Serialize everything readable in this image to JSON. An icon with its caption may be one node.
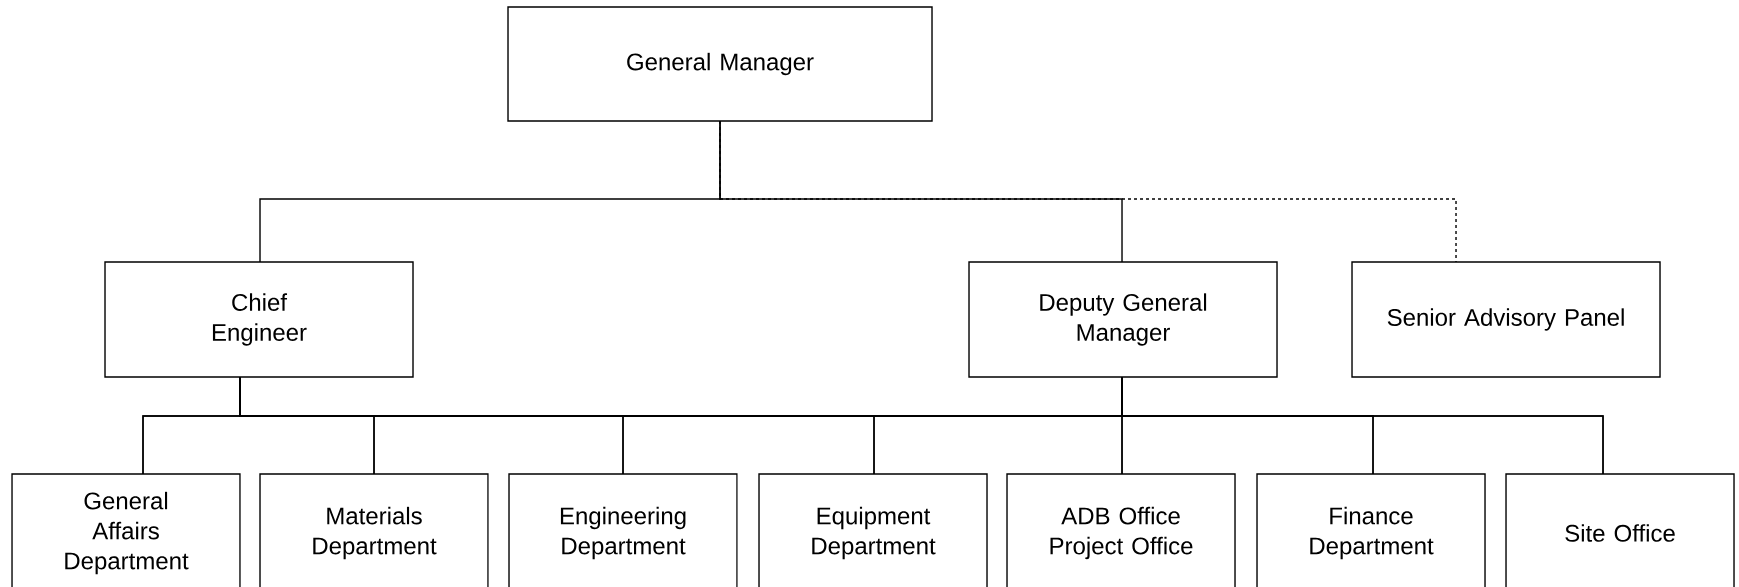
{
  "diagram": {
    "nodes": [
      {
        "text": [
          "General Manager"
        ]
      },
      {
        "text": [
          "Chief Engineer"
        ]
      },
      {
        "text": [
          "Deputy General Manager"
        ]
      },
      {
        "text": [
          "Senior Advisory Panel"
        ]
      },
      {
        "text": [
          "General Affairs Department"
        ]
      },
      {
        "text": [
          "Materials Department"
        ]
      },
      {
        "text": [
          "Engineering Department"
        ]
      },
      {
        "text": [
          "Equipment Department"
        ]
      },
      {
        "text": [
          "ADB Office Project Office"
        ]
      },
      {
        "text": [
          "Finance Department"
        ]
      },
      {
        "text": [
          "Site Office"
        ]
      }
    ],
    "edges": [
      {
        "from": 0,
        "to": 1,
        "arrow": "none"
      },
      {
        "from": 0,
        "to": 2,
        "arrow": "none"
      },
      {
        "from": 0,
        "to": 3,
        "arrow": "none",
        "style": "dashed"
      },
      {
        "from": 1,
        "to": 4,
        "arrow": "none"
      },
      {
        "from": 1,
        "to": 5,
        "arrow": "none"
      },
      {
        "from": 1,
        "to": 6,
        "arrow": "none"
      },
      {
        "from": 1,
        "to": 7,
        "arrow": "none"
      },
      {
        "from": 1,
        "to": 8,
        "arrow": "none"
      },
      {
        "from": 1,
        "to": 9,
        "arrow": "none"
      },
      {
        "from": 1,
        "to": 10,
        "arrow": "none"
      },
      {
        "from": 2,
        "to": 4,
        "arrow": "none"
      },
      {
        "from": 2,
        "to": 5,
        "arrow": "none"
      },
      {
        "from": 2,
        "to": 6,
        "arrow": "none"
      },
      {
        "from": 2,
        "to": 7,
        "arrow": "none"
      },
      {
        "from": 2,
        "to": 8,
        "arrow": "none"
      },
      {
        "from": 2,
        "to": 9,
        "arrow": "none"
      },
      {
        "from": 2,
        "to": 10,
        "arrow": "none"
      }
    ]
  }
}
